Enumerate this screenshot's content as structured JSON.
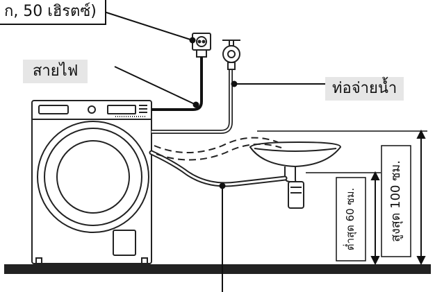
{
  "labels": {
    "power_spec": "ก, 50 เฮิรตซ์)",
    "power_cord": "สายไฟ",
    "supply_pipe": "ท่อจ่ายน้ำ"
  },
  "dimensions": {
    "min_height": "ต่ำสุด 60 ซม.",
    "max_height": "สูงสุด 100 ซม."
  },
  "colors": {
    "line": "#111111",
    "label_bg": "#e6e6e6",
    "floor": "#222222"
  }
}
